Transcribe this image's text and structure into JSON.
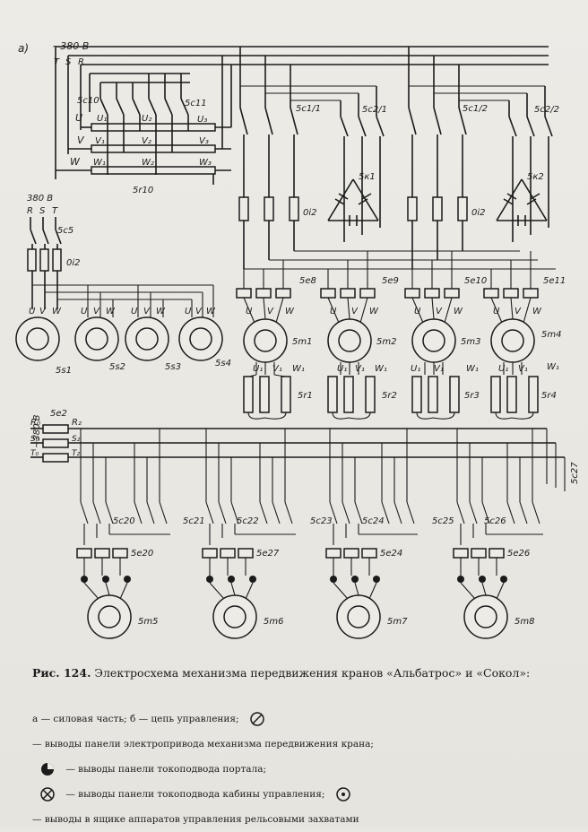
{
  "diagram": {
    "part_a": "а)",
    "supply_top": "~380 В",
    "phases_top": [
      "T",
      "S",
      "R"
    ],
    "switches_top": [
      "5с10",
      "5с11"
    ],
    "u_labels": [
      "U",
      "U₁",
      "U₂",
      "U₃"
    ],
    "v_labels": [
      "V",
      "V₁",
      "V₂",
      "V₃"
    ],
    "w_labels": [
      "W",
      "W₁",
      "W₂",
      "W₃"
    ],
    "resistor_bank": "5r10",
    "contactors_top": [
      "5с1/1",
      "5с2/1",
      "5с1/2",
      "5с2/2"
    ],
    "capacitors": [
      "5к1",
      "5к2"
    ],
    "fuse_groups": [
      "0i2",
      "0i2"
    ],
    "left_supply": "380 В",
    "left_phases": [
      "R",
      "S",
      "T"
    ],
    "left_switch": "5с5",
    "left_fuse": "0i2",
    "uvw": [
      "U",
      "V",
      "W"
    ],
    "motors_small": [
      "5s1",
      "5s2",
      "5s3",
      "5s4"
    ],
    "relays_mid": [
      "5е8",
      "5е9",
      "5е10",
      "5е11"
    ],
    "motors_mid": [
      "5m1",
      "5m2",
      "5m3",
      "5m4"
    ],
    "rotor_labels": [
      "U₁",
      "V₁",
      "W₁"
    ],
    "rotor_resistors": [
      "5r1",
      "5r2",
      "5r3",
      "5r4"
    ],
    "bus_supply": "~380 В",
    "bus_relay": "5е2",
    "bus_labels_left": [
      "R₀",
      "S₀",
      "T₀"
    ],
    "bus_labels_right": [
      "R₂",
      "S₂",
      "T₂"
    ],
    "contactors_bottom": [
      "5с20",
      "5с21",
      "5с22",
      "5с23",
      "5с24",
      "5с25",
      "5с26",
      "5с27"
    ],
    "relays_bottom": [
      "5е20",
      "5е27",
      "5е24",
      "5е26"
    ],
    "motors_bottom": [
      "5m5",
      "5m6",
      "5m7",
      "5m8"
    ]
  },
  "caption": {
    "figure": "Рис. 124.",
    "text": "Электросхема механизма передвижения кранов «Альбатрос» и «Сокол»:"
  },
  "legend": {
    "a": "а — силовая часть;",
    "b": "б — цепь управления;",
    "sym1": "— выводы панели электропривода механизма передвижения крана;",
    "sym2": "— выводы панели токоподвода портала;",
    "sym3": "— выводы панели токоподвода кабины управления;",
    "sym4": "— выводы в ящике аппаратов управления рельсовыми захватами"
  }
}
